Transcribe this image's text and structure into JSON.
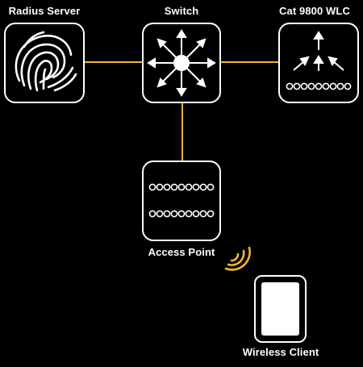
{
  "diagram": {
    "nodes": {
      "radius_server": {
        "label": "Radius Server",
        "icon": "fingerprint-icon"
      },
      "switch": {
        "label": "Switch",
        "icon": "switch-arrows-icon"
      },
      "wlc": {
        "label": "Cat 9800 WLC",
        "icon": "wlc-controller-icon"
      },
      "access_point": {
        "label": "Access Point",
        "icon": "access-point-icon"
      },
      "wireless_client": {
        "label": "Wireless Client",
        "icon": "tablet-icon"
      }
    },
    "signal_icon": "wifi-signal-icon"
  },
  "colors": {
    "background": "#000000",
    "stroke": "#ffffff",
    "link": "#f5b52e"
  }
}
